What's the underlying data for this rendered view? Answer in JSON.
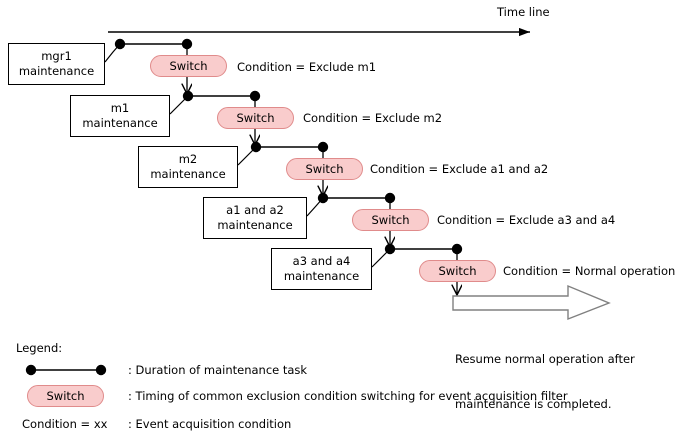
{
  "diagram": {
    "timeline": {
      "label": "Time line"
    },
    "rows": [
      {
        "box_lines": [
          "mgr1",
          "maintenance"
        ],
        "switch_label": "Switch",
        "condition": "Condition = Exclude m1"
      },
      {
        "box_lines": [
          "m1",
          "maintenance"
        ],
        "switch_label": "Switch",
        "condition": "Condition = Exclude m2"
      },
      {
        "box_lines": [
          "m2",
          "maintenance"
        ],
        "switch_label": "Switch",
        "condition": "Condition = Exclude a1 and a2"
      },
      {
        "box_lines": [
          "a1 and a2",
          "maintenance"
        ],
        "switch_label": "Switch",
        "condition": "Condition = Exclude a3 and a4"
      },
      {
        "box_lines": [
          "a3 and a4",
          "maintenance"
        ],
        "switch_label": "Switch",
        "condition": "Condition = Normal operation"
      }
    ],
    "resume_note": [
      "Resume normal operation after",
      "maintenance is completed."
    ]
  },
  "legend": {
    "title": "Legend:",
    "entries": [
      {
        "symbol": "duration-bar",
        "text": ": Duration of maintenance task"
      },
      {
        "symbol": "switch-capsule",
        "symbol_label": "Switch",
        "text": ": Timing of common exclusion condition switching for event acquisition filter"
      },
      {
        "symbol": "condition-text",
        "symbol_label": "Condition = xx",
        "text": ": Event acquisition condition"
      }
    ]
  },
  "colors": {
    "background": "#ffffff",
    "line": "#000000",
    "switch_fill": "#f9cccc",
    "switch_stroke": "#e08b8b",
    "hollow_arrow_stroke": "#808080"
  }
}
